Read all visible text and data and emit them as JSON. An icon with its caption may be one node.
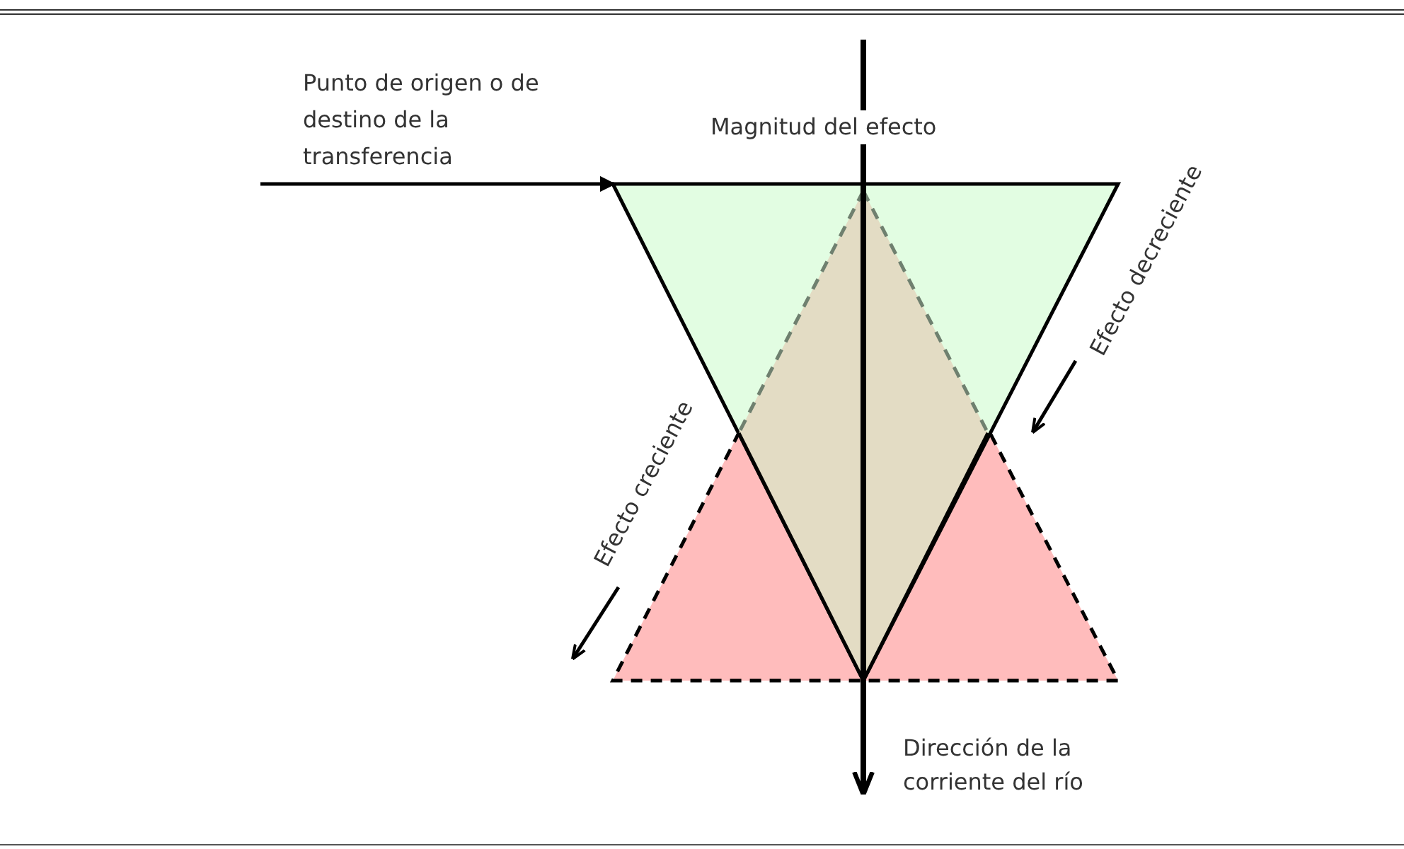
{
  "diagram": {
    "nodes": [
      {
        "text": [
          "Punto de origen o de destino de la transferencia"
        ]
      },
      {
        "text": [],
        "shape": "triangle"
      },
      {
        "text": [],
        "shape": "triangle"
      }
    ],
    "edges": [
      {
        "from": 0,
        "to": 1,
        "arrow": "to"
      }
    ],
    "labels": [
      "Magnitud del efecto",
      "Efecto decreciente",
      "Efecto creciente",
      "Dirección de la corriente del río"
    ]
  }
}
